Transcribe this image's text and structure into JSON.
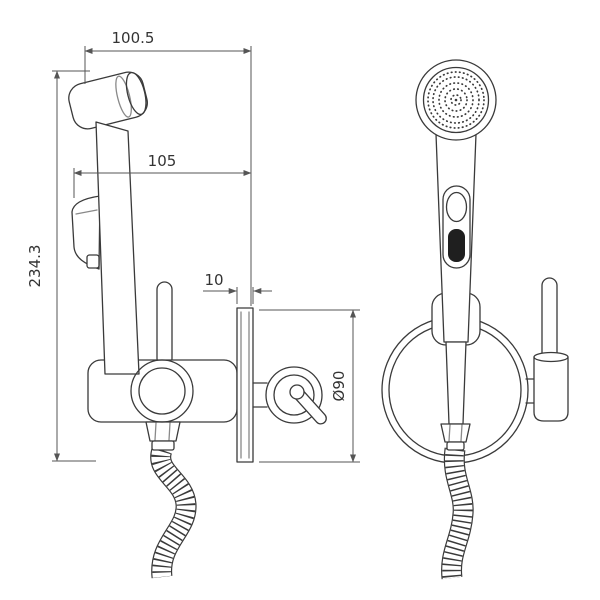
{
  "palette": {
    "background": "#ffffff",
    "line": "#3a3a3a",
    "dimension_line": "#555555",
    "trigger_recess": "#1f1f1f"
  },
  "drawing": {
    "dimensions": {
      "overall_width_top": "100.5",
      "handle_span": "105",
      "overall_height": "234.3",
      "plate_thickness": "10",
      "flange_diameter": "Ø90"
    }
  }
}
